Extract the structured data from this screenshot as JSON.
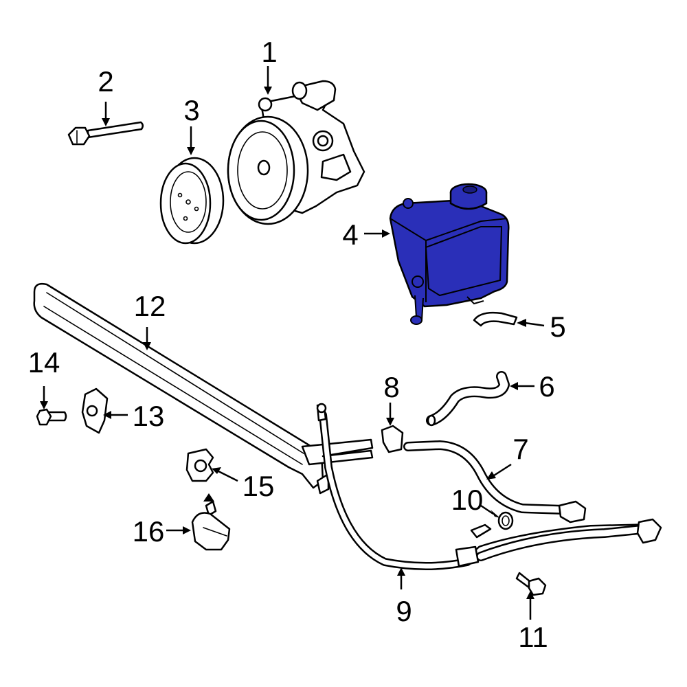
{
  "colors": {
    "highlight": "#2a2fb8",
    "highlight_dark": "#1a1d80",
    "line": "#000000",
    "background": "#ffffff"
  },
  "callouts": [
    {
      "id": "c1",
      "text": "1"
    },
    {
      "id": "c2",
      "text": "2"
    },
    {
      "id": "c3",
      "text": "3"
    },
    {
      "id": "c4",
      "text": "4"
    },
    {
      "id": "c5",
      "text": "5"
    },
    {
      "id": "c6",
      "text": "6"
    },
    {
      "id": "c7",
      "text": "7"
    },
    {
      "id": "c8",
      "text": "8"
    },
    {
      "id": "c9",
      "text": "9"
    },
    {
      "id": "c10",
      "text": "10"
    },
    {
      "id": "c11",
      "text": "11"
    },
    {
      "id": "c12",
      "text": "12"
    },
    {
      "id": "c13",
      "text": "13"
    },
    {
      "id": "c14",
      "text": "14"
    },
    {
      "id": "c15",
      "text": "15"
    },
    {
      "id": "c16",
      "text": "16"
    }
  ]
}
